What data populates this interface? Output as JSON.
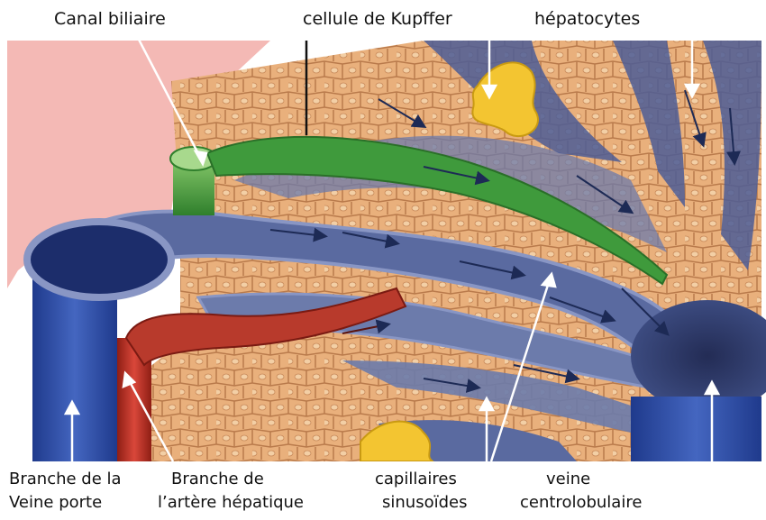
{
  "labels": {
    "canal_biliaire": "Canal biliaire",
    "cellule_kupffer": "cellule de Kupffer",
    "hepatocytes": "hépatocytes",
    "branche_veine_porte_1": "Branche de la",
    "branche_veine_porte_2": "Veine porte",
    "branche_artere_1": "Branche de",
    "branche_artere_2": "l’artère hépatique",
    "capillaires_1": "capillaires",
    "capillaires_2": "sinusoïdes",
    "veine_1": "veine",
    "veine_2": "centrolobulaire"
  },
  "colors": {
    "hepatocyte_fill": "#e9b07c",
    "hepatocyte_edge": "#b97a4b",
    "vein_blue": "#3d4f86",
    "sinusoid_blue": "#6c7bab",
    "bile_green": "#4fa343",
    "artery_red": "#c0392b",
    "kupffer_yellow": "#f3c531",
    "background_pink": "#f4b9b5"
  }
}
